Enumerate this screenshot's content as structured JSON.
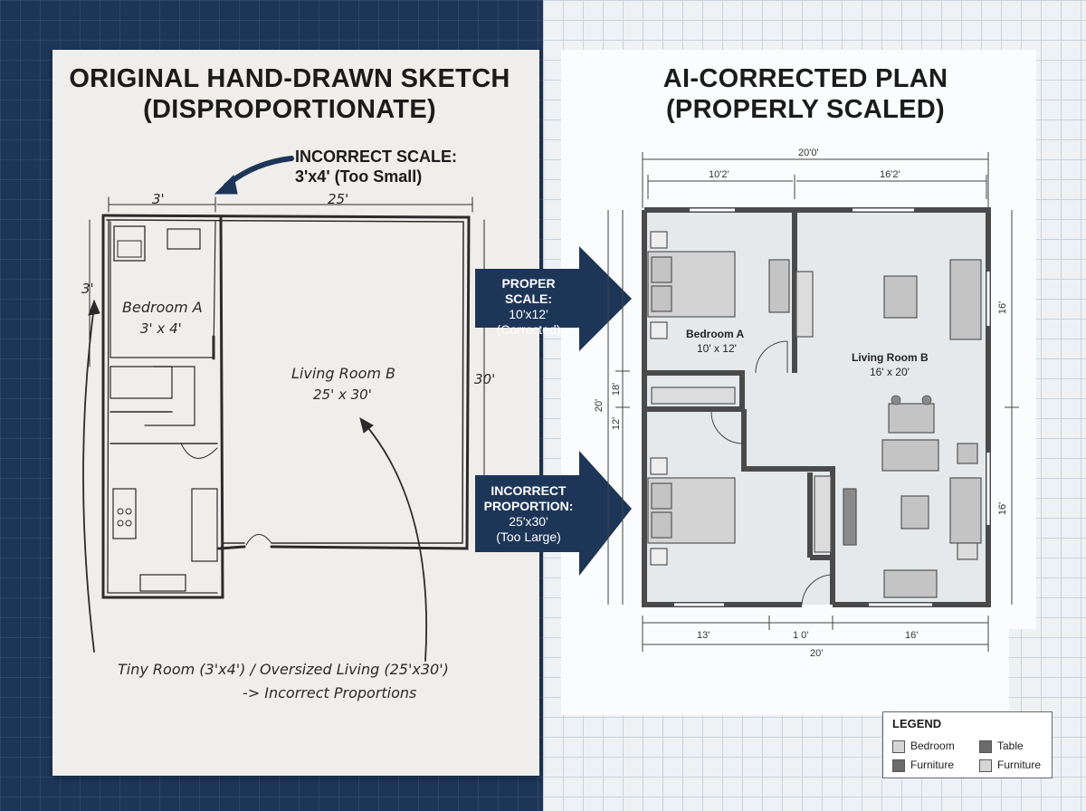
{
  "left_panel": {
    "title_line1": "ORIGINAL HAND-DRAWN SKETCH",
    "title_line2": "(DISPROPORTIONATE)",
    "callout_line1": "INCORRECT SCALE:",
    "callout_line2": "3'x4' (Too Small)",
    "dim_top_small": "3'",
    "dim_top_large": "25'",
    "dim_left": "3'",
    "dim_right": "30'",
    "room_a_name": "Bedroom A",
    "room_a_size": "3' x 4'",
    "room_b_name": "Living Room B",
    "room_b_size": "25' x 30'",
    "note_line1": "Tiny Room (3'x4') / Oversized Living (25'x30')",
    "note_line2": "-> Incorrect Proportions"
  },
  "arrows": {
    "proper_line1": "PROPER SCALE:",
    "proper_line2": "10'x12'",
    "proper_line3": "(Corrected)",
    "incorrect_line1": "INCORRECT",
    "incorrect_line2": "PROPORTION:",
    "incorrect_line3": "25'x30'",
    "incorrect_line4": "(Too Large)"
  },
  "right_panel": {
    "title_line1": "AI-CORRECTED PLAN",
    "title_line2": "(PROPERLY SCALED)",
    "dim_top_total": "20'0'",
    "dim_top_left": "10'2'",
    "dim_top_right": "16'2'",
    "dim_right_upper": "16'",
    "dim_right_lower": "16'",
    "dim_left_total": "20'",
    "dim_left_a": "18'",
    "dim_left_b": "12'",
    "dim_bottom_a": "13'",
    "dim_bottom_b": "1 0'",
    "dim_bottom_c": "16'",
    "dim_bottom_total": "20'",
    "room_a_name": "Bedroom A",
    "room_a_size": "10' x 12'",
    "room_b_name": "Living Room B",
    "room_b_size": "16' x 20'"
  },
  "legend": {
    "title": "LEGEND",
    "items": [
      {
        "label": "Bedroom",
        "color": "#d6d6d6"
      },
      {
        "label": "Table",
        "color": "#6b6b6b"
      },
      {
        "label": "Furniture",
        "color": "#6b6b6b"
      },
      {
        "label": "Furniture",
        "color": "#d6d6d6"
      }
    ]
  },
  "colors": {
    "navy": "#1d3658",
    "wall": "#4a4a4a",
    "floor": "#e6e9ec",
    "furniture": "#c4c4c4"
  }
}
